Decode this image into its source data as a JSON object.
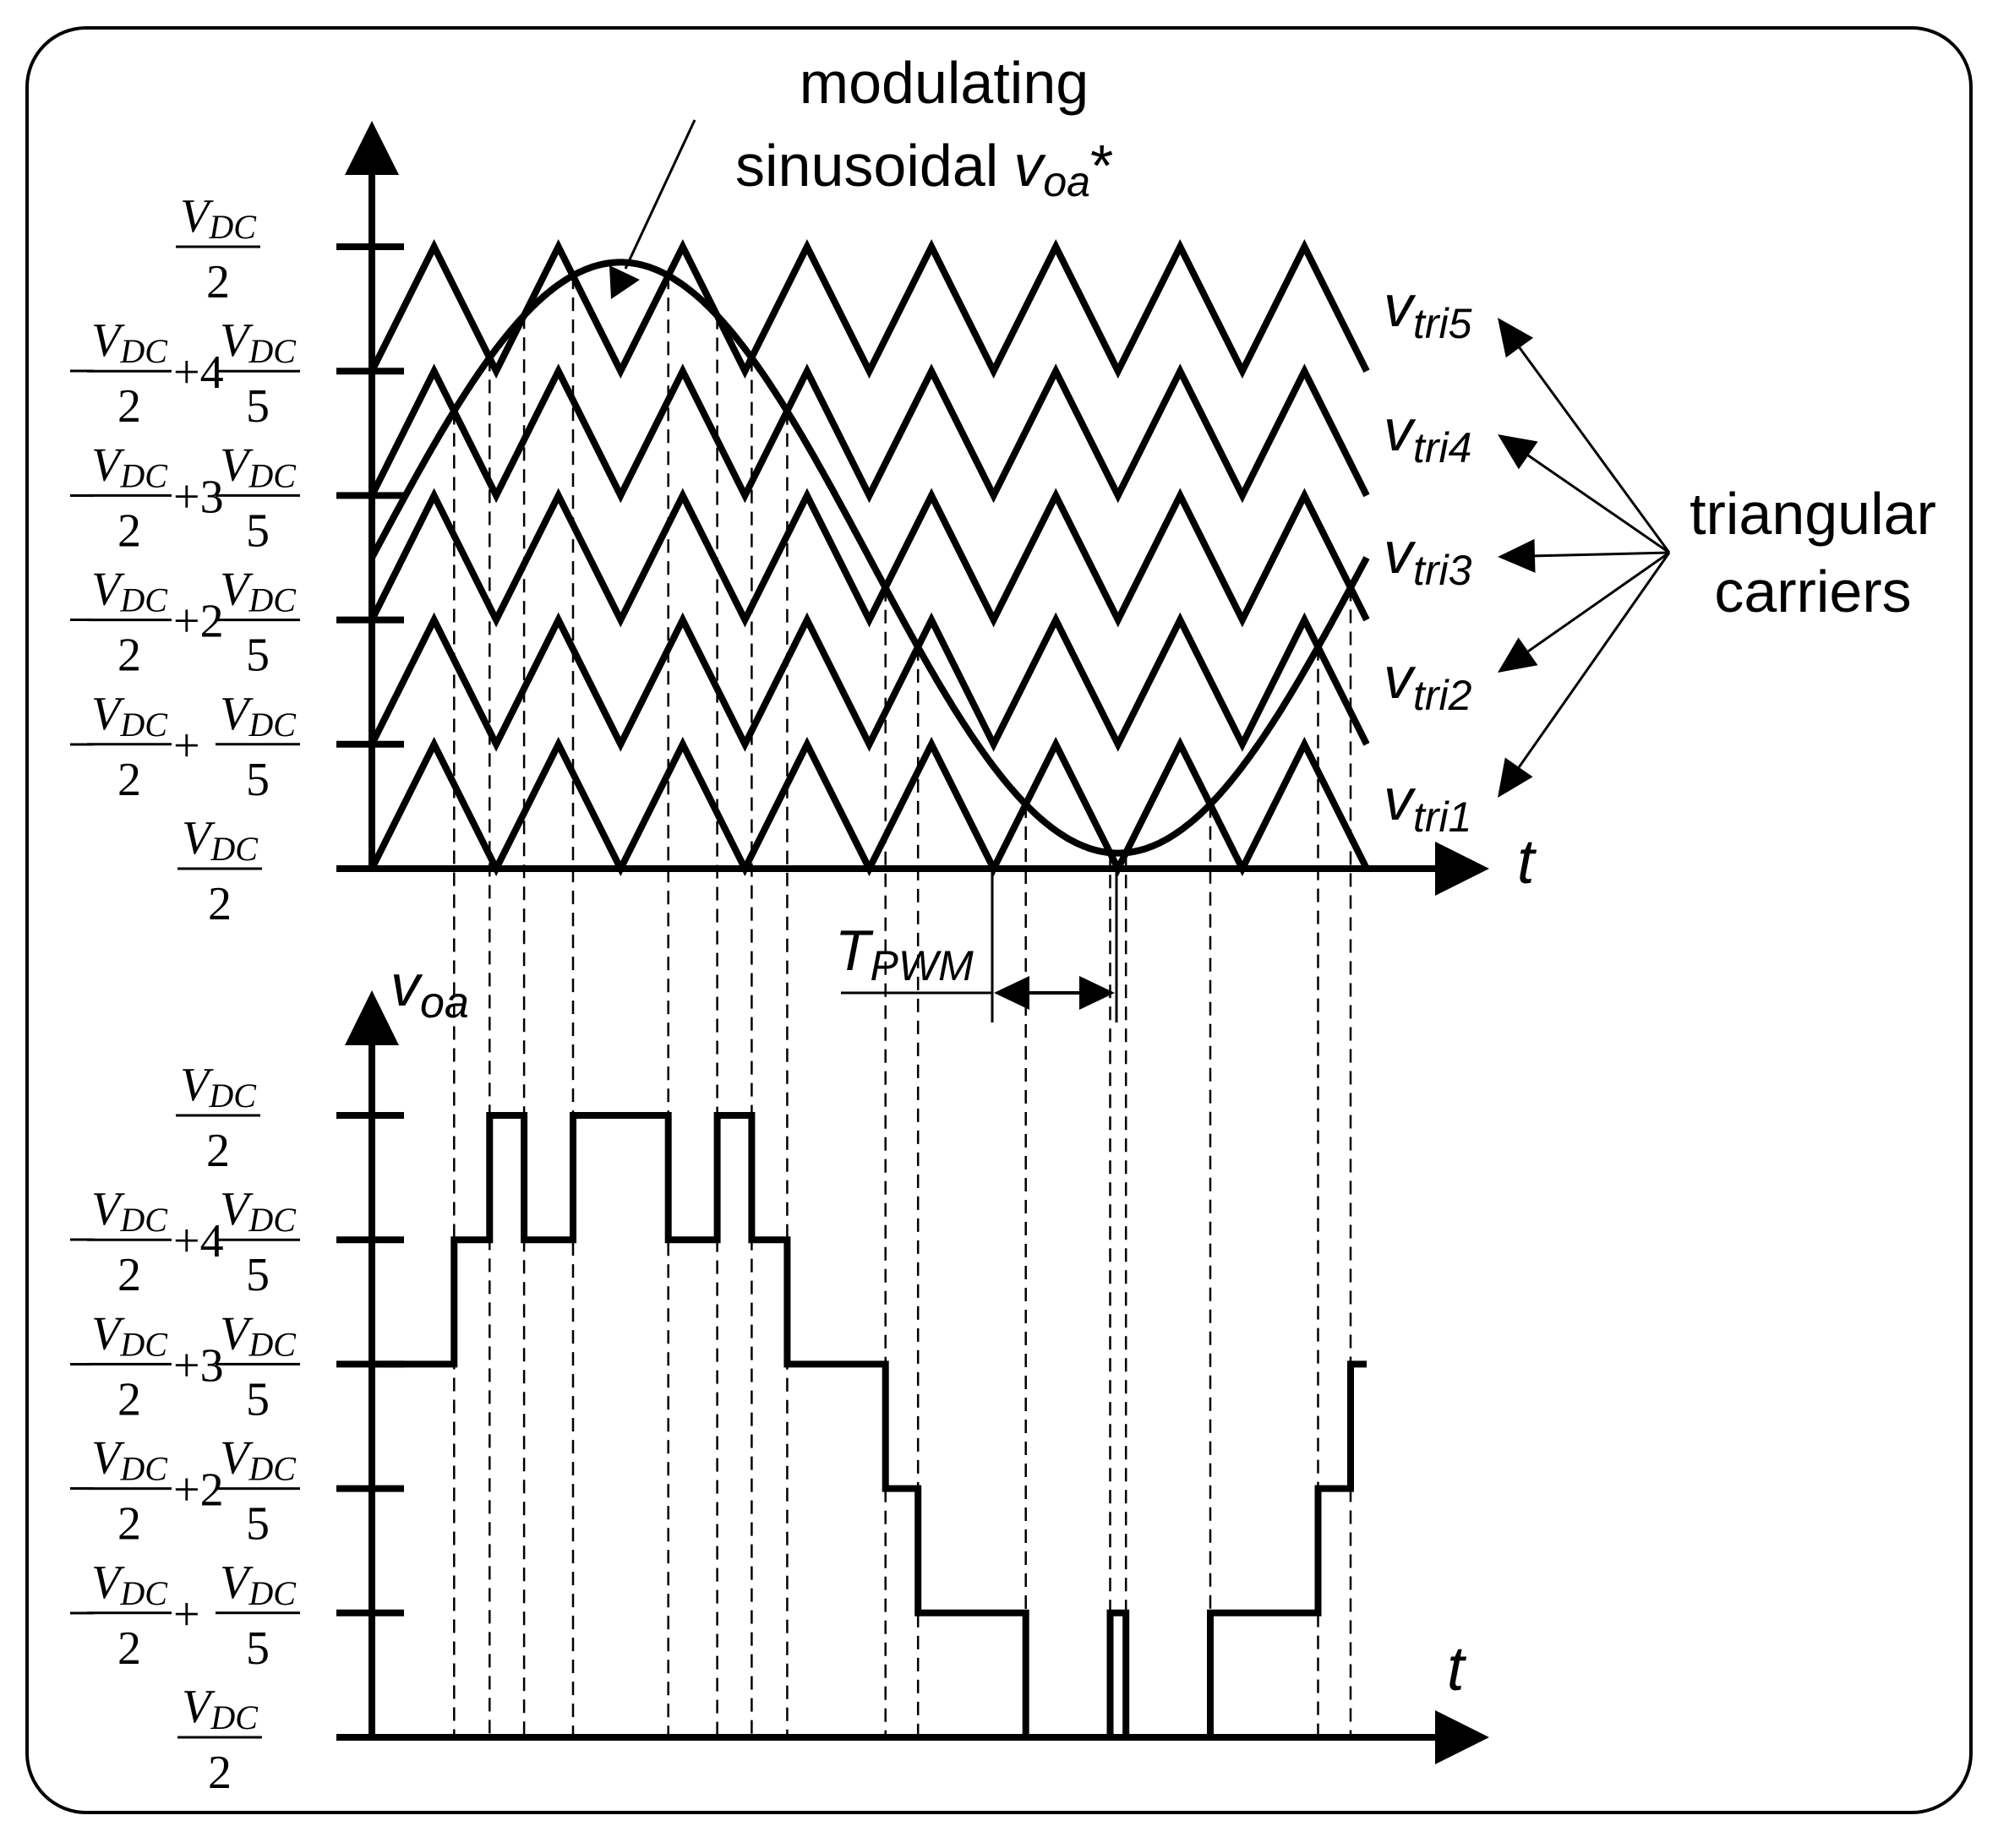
{
  "annotations": {
    "modulating_line1": "modulating",
    "modulating_line2": "sinusoidal",
    "modulating_var": "v",
    "modulating_sub": "oa",
    "modulating_star": "*",
    "carriers_line1": "triangular",
    "carriers_line2": "carriers",
    "tpwm_main": "T",
    "tpwm_sub": "PWM"
  },
  "axes": {
    "time_label": "t",
    "output_var": "v",
    "output_sub": "oa"
  },
  "carrier_labels": [
    {
      "main": "v",
      "sub": "tri5"
    },
    {
      "main": "v",
      "sub": "tri4"
    },
    {
      "main": "v",
      "sub": "tri3"
    },
    {
      "main": "v",
      "sub": "tri2"
    },
    {
      "main": "v",
      "sub": "tri1"
    }
  ],
  "level_labels": [
    {
      "sign": "",
      "num": "V",
      "num_sub": "DC",
      "den": "2",
      "coef": "",
      "num2": "",
      "num2_sub": "",
      "den2": ""
    },
    {
      "sign": "−",
      "num": "V",
      "num_sub": "DC",
      "den": "2",
      "coef": "+4",
      "num2": "V",
      "num2_sub": "DC",
      "den2": "5"
    },
    {
      "sign": "−",
      "num": "V",
      "num_sub": "DC",
      "den": "2",
      "coef": "+3",
      "num2": "V",
      "num2_sub": "DC",
      "den2": "5"
    },
    {
      "sign": "−",
      "num": "V",
      "num_sub": "DC",
      "den": "2",
      "coef": "+2",
      "num2": "V",
      "num2_sub": "DC",
      "den2": "5"
    },
    {
      "sign": "−",
      "num": "V",
      "num_sub": "DC",
      "den": "2",
      "coef": "+",
      "num2": "V",
      "num2_sub": "DC",
      "den2": "5"
    },
    {
      "sign": "−",
      "num": "V",
      "num_sub": "DC",
      "den": "2",
      "coef": "",
      "num2": "",
      "num2_sub": "",
      "den2": ""
    }
  ],
  "waveform": {
    "carrier_count": 5,
    "carrier_periods": 8,
    "modulation_index": 0.95,
    "sine_cycles": 1
  }
}
